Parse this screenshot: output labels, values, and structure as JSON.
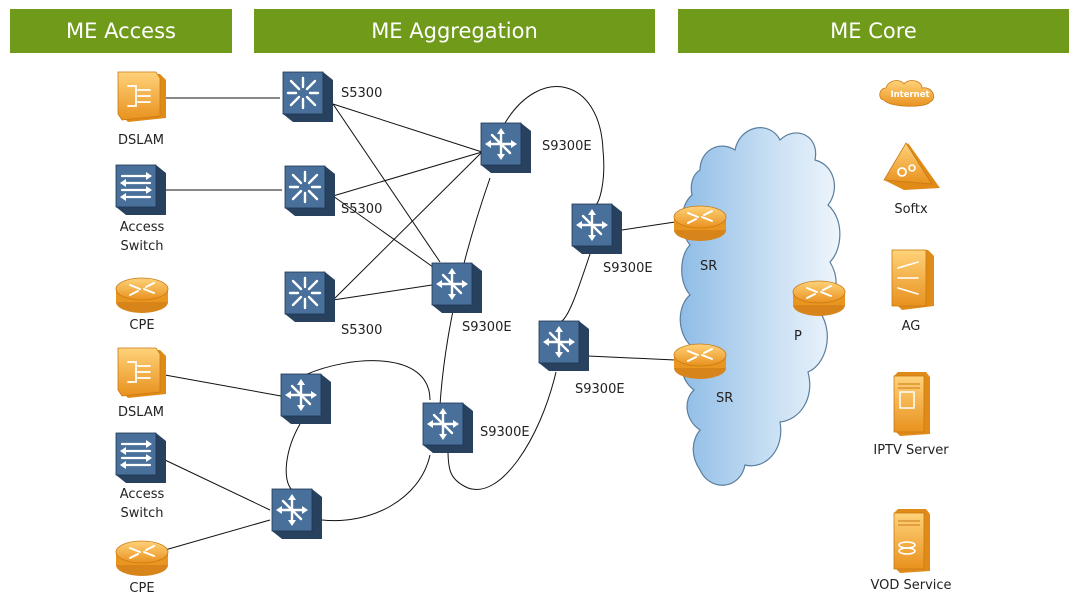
{
  "headers": {
    "access": "ME Access",
    "aggregation": "ME Aggregation",
    "core": "ME Core"
  },
  "colors": {
    "header_bg": "#6f9a1a",
    "header_text": "#ffffff",
    "switch_blue": "#3e5f85",
    "device_orange": "#f0a830",
    "cloud_blue": "#a9cdec",
    "link": "#111111"
  },
  "access": {
    "dslam_1": "DSLAM",
    "access_switch_1": "Access\nSwitch",
    "cpe_1": "CPE",
    "dslam_2": "DSLAM",
    "access_switch_2": "Access\nSwitch",
    "cpe_2": "CPE"
  },
  "aggregation": {
    "s5300_1": "S5300",
    "s5300_2": "S5300",
    "s5300_3": "S5300",
    "s9300e_top": "S9300E",
    "s9300e_mid": "S9300E",
    "s9300e_right_upper": "S9300E",
    "s9300e_right_lower": "S9300E",
    "s9300e_bottom": "S9300E"
  },
  "core": {
    "sr_1": "SR",
    "sr_2": "SR",
    "p": "P",
    "internet_badge": "Internet",
    "softx": "Softx",
    "ag": "AG",
    "iptv_server": "IPTV Server",
    "vod_service": "VOD Service"
  }
}
